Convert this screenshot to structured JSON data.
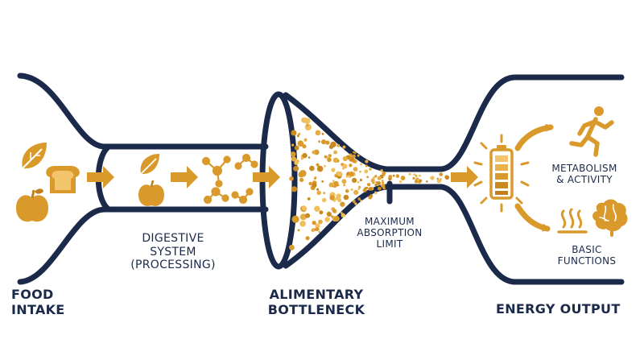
{
  "labels": {
    "food_intake": [
      "FOOD",
      "INTAKE"
    ],
    "digestive": [
      "DIGESTIVE",
      "SYSTEM",
      "(PROCESSING)"
    ],
    "bottleneck": [
      "ALIMENTARY",
      "BOTTLENECK"
    ],
    "absorption": [
      "MAXIMUM",
      "ABSORPTION",
      "LIMIT"
    ],
    "energy_output": [
      "ENERGY OUTPUT"
    ],
    "metabolism": [
      "METABOLISM",
      "& ACTIVITY"
    ],
    "basic_functions": [
      "BASIC",
      "FUNCTIONS"
    ]
  },
  "icons": {
    "intake": [
      "leaf-icon",
      "bread-icon",
      "apple-icon"
    ],
    "digestion": [
      "leaf-icon",
      "apple-icon",
      "molecule-icon"
    ],
    "energy": [
      "battery-icon"
    ],
    "outputs": [
      "running-person-icon",
      "heat-waves-icon",
      "brain-icon"
    ]
  },
  "colors": {
    "navy": "#1b2a4a",
    "gold": "#d99a2b",
    "gold_dark": "#c07f1c",
    "gold_light": "#f2c46b"
  }
}
